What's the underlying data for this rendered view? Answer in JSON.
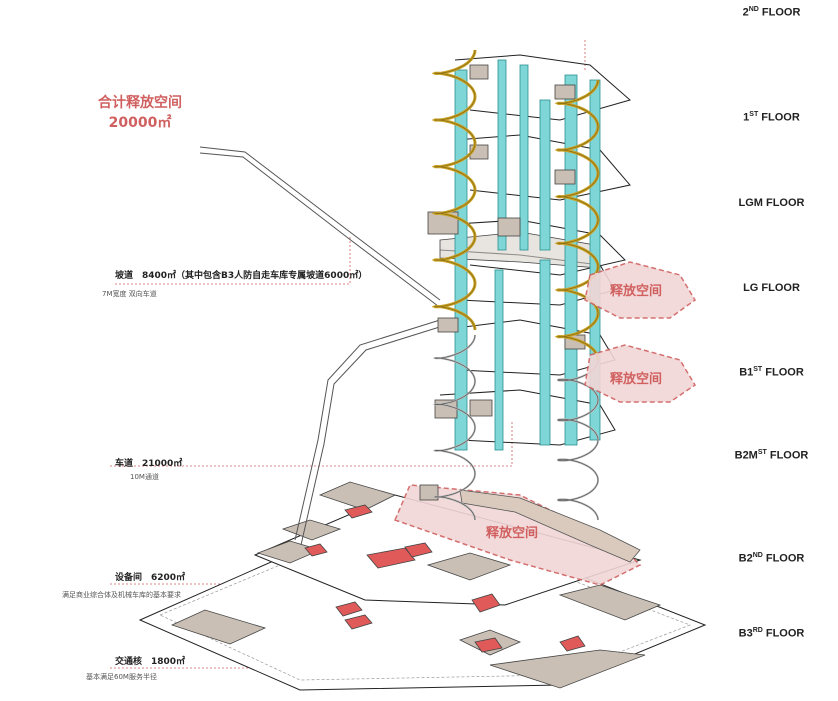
{
  "floors": [
    {
      "pre": "2",
      "sup": "ND",
      "post": " FLOOR"
    },
    {
      "pre": "1",
      "sup": "ST",
      "post": " FLOOR"
    },
    {
      "pre": "LGM FLOOR",
      "sup": "",
      "post": ""
    },
    {
      "pre": "LG FLOOR",
      "sup": "",
      "post": ""
    },
    {
      "pre": "B1",
      "sup": "ST",
      "post": " FLOOR"
    },
    {
      "pre": "B2M",
      "sup": "ST",
      "post": " FLOOR"
    },
    {
      "pre": "B2",
      "sup": "ND",
      "post": " FLOOR"
    },
    {
      "pre": "B3",
      "sup": "RD",
      "post": " FLOOR"
    }
  ],
  "total": {
    "title": "合计释放空间",
    "value": "20000㎡"
  },
  "labels": {
    "ramp_main": "坡道　8400㎡（其中包含B3人防自走车库专属坡道6000㎡）",
    "ramp_sub": "7M宽度 双向车道",
    "road_main": "车道　21000㎡",
    "road_sub": "10M通道",
    "equip_main": "设备间　6200㎡",
    "equip_sub": "满足商业综合体及机械车库的基本要求",
    "core_main": "交通核　1800㎡",
    "core_sub": "基本满足60M服务半径"
  },
  "release": [
    "释放空间",
    "释放空间",
    "释放空间"
  ],
  "colors": {
    "accent": "#d06060",
    "glass": "#7fd6d6",
    "ramp": "#c9a227",
    "block": "#c9bfb4",
    "red_block": "#e05a5a"
  }
}
